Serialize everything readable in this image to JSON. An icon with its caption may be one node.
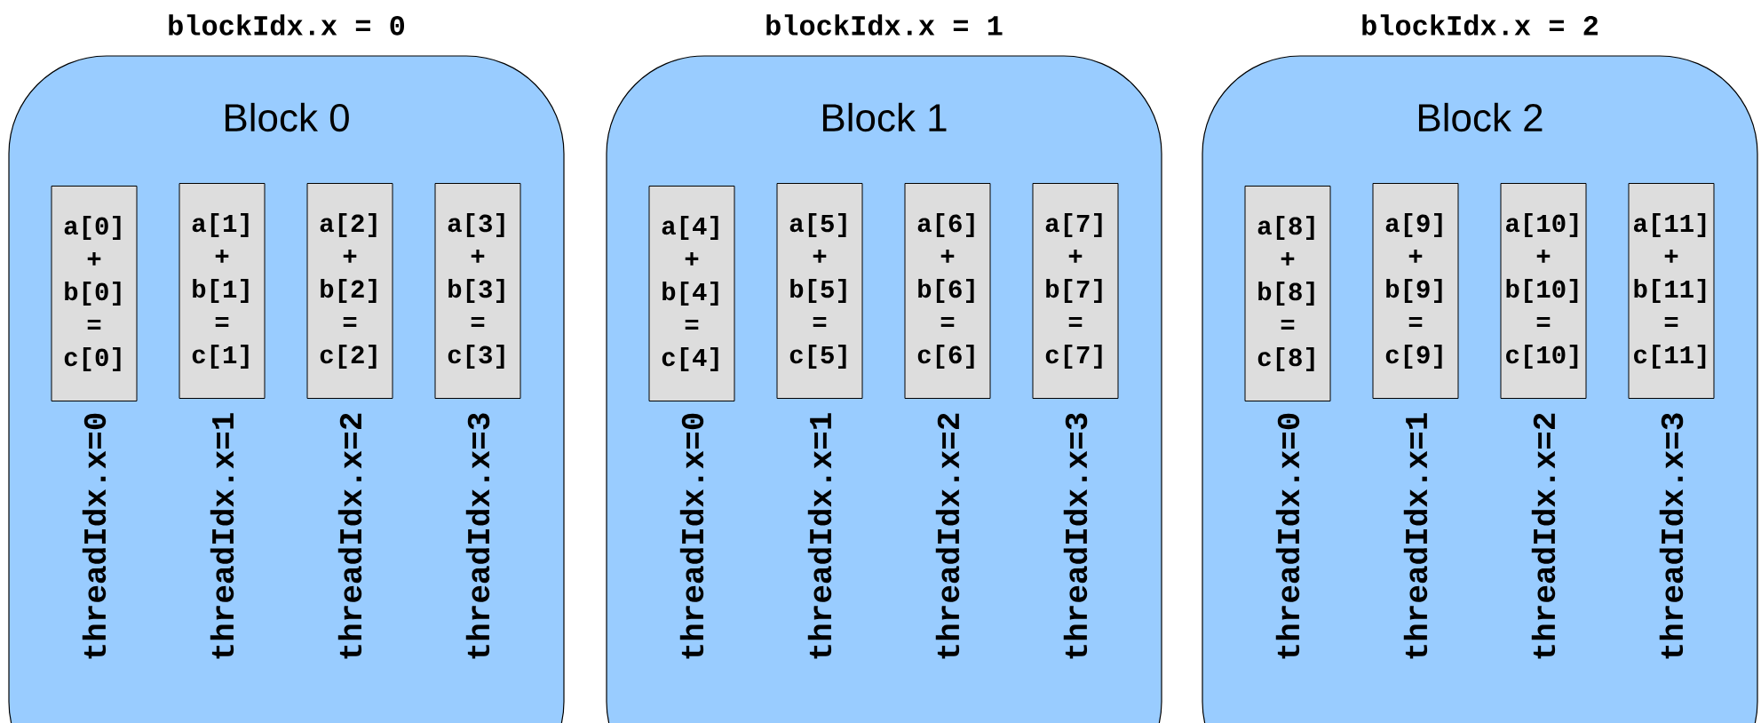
{
  "diagram": {
    "nodes": [
      {
        "text": [
          "blockIdx.x = 0",
          "Block 0"
        ]
      },
      {
        "text": [
          "a[0] + b[0] = c[0]"
        ],
        "in": 0,
        "beside": [
          "threadIdx.x=0"
        ]
      },
      {
        "text": [
          "a[1] + b[1] = c[1]"
        ],
        "in": 0,
        "beside": [
          "threadIdx.x=1"
        ]
      },
      {
        "text": [
          "a[2] + b[2] = c[2]"
        ],
        "in": 0,
        "beside": [
          "threadIdx.x=2"
        ]
      },
      {
        "text": [
          "a[3] + b[3] = c[3]"
        ],
        "in": 0,
        "beside": [
          "threadIdx.x=3"
        ]
      },
      {
        "text": [
          "blockIdx.x = 1",
          "Block 1"
        ]
      },
      {
        "text": [
          "a[4] + b[4] = c[4]"
        ],
        "in": 5,
        "beside": [
          "threadIdx.x=0"
        ]
      },
      {
        "text": [
          "a[5] + b[5] = c[5]"
        ],
        "in": 5,
        "beside": [
          "threadIdx.x=1"
        ]
      },
      {
        "text": [
          "a[6] + b[6] = c[6]"
        ],
        "in": 5,
        "beside": [
          "threadIdx.x=2"
        ]
      },
      {
        "text": [
          "a[7] + b[7] = c[7]"
        ],
        "in": 5,
        "beside": [
          "threadIdx.x=3"
        ]
      },
      {
        "text": [
          "blockIdx.x = 2",
          "Block 2"
        ]
      },
      {
        "text": [
          "a[8] + b[8] = c[8]"
        ],
        "in": 10,
        "beside": [
          "threadIdx.x=0"
        ]
      },
      {
        "text": [
          "a[9] + b[9] = c[9]"
        ],
        "in": 10,
        "beside": [
          "threadIdx.x=1"
        ]
      },
      {
        "text": [
          "a[10] + b[10] = c[10]"
        ],
        "in": 10,
        "beside": [
          "threadIdx.x=2"
        ]
      },
      {
        "text": [
          "a[11] + b[11] = c[11]"
        ],
        "in": 10,
        "beside": [
          "threadIdx.x=3"
        ]
      }
    ]
  }
}
